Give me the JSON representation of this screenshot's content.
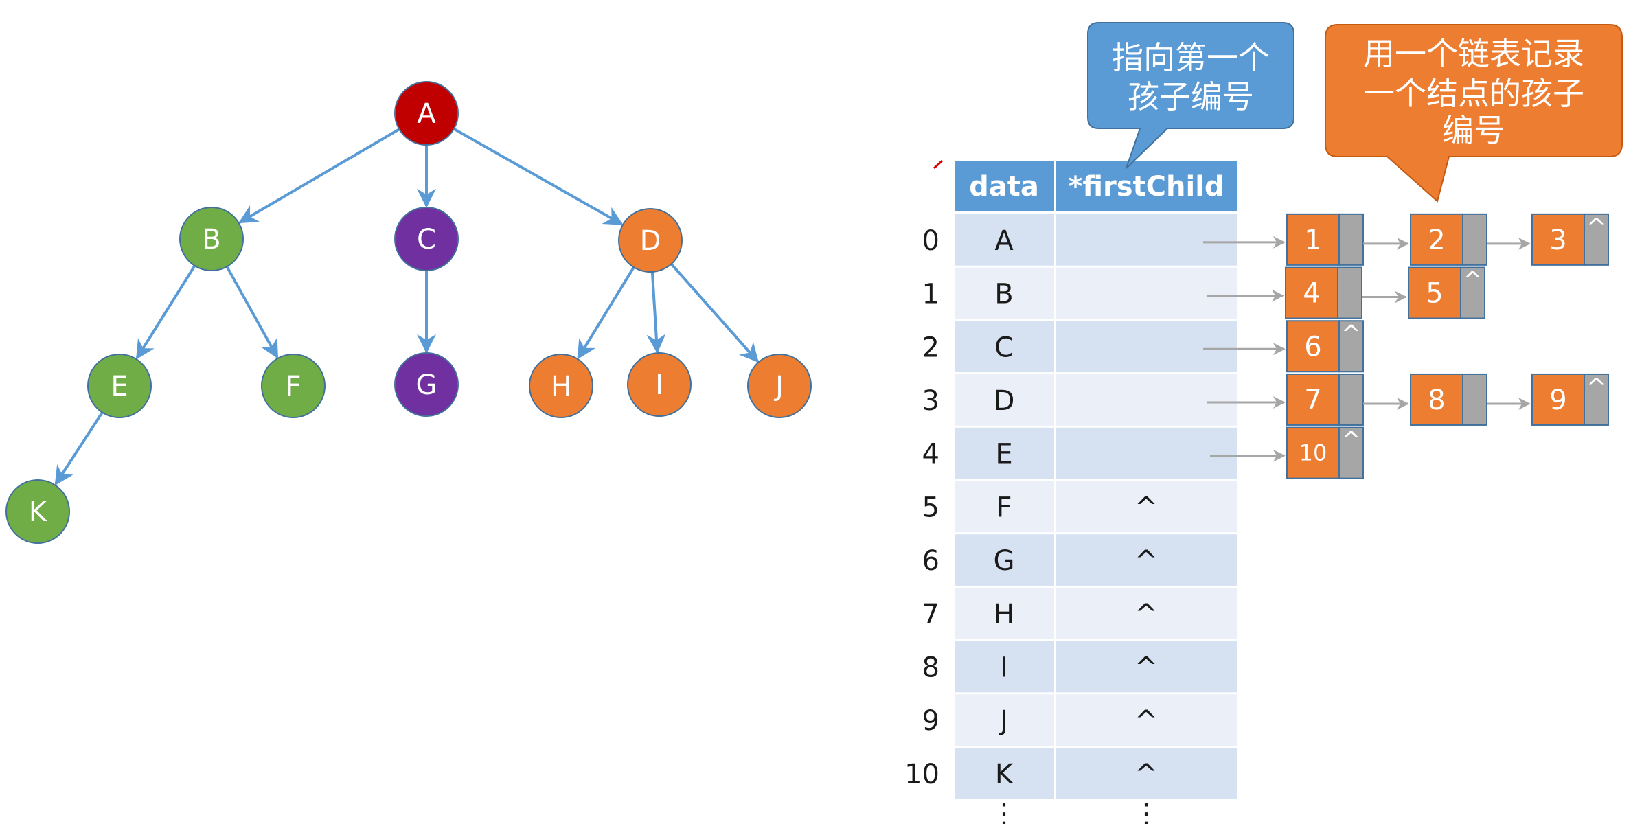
{
  "colors": {
    "red": "#c00000",
    "green": "#70ad47",
    "purple": "#7030a0",
    "orange": "#ed7d31",
    "edge": "#5b9bd5",
    "header": "#5b9bd5",
    "row_dark": "#d6e1f1",
    "row_light": "#eaeff8",
    "ptr_gray": "#a6a6a6",
    "arrow_gray": "#a6a6a6",
    "callout_blue": "#5b9bd5",
    "callout_orange": "#ed7d31"
  },
  "tree": {
    "nodes": [
      {
        "id": "A",
        "label": "A",
        "color": "red"
      },
      {
        "id": "B",
        "label": "B",
        "color": "green"
      },
      {
        "id": "C",
        "label": "C",
        "color": "purple"
      },
      {
        "id": "D",
        "label": "D",
        "color": "orange"
      },
      {
        "id": "E",
        "label": "E",
        "color": "green"
      },
      {
        "id": "F",
        "label": "F",
        "color": "green"
      },
      {
        "id": "G",
        "label": "G",
        "color": "purple"
      },
      {
        "id": "H",
        "label": "H",
        "color": "orange"
      },
      {
        "id": "I",
        "label": "I",
        "color": "orange"
      },
      {
        "id": "J",
        "label": "J",
        "color": "orange"
      },
      {
        "id": "K",
        "label": "K",
        "color": "green"
      }
    ],
    "edges": [
      [
        "A",
        "B"
      ],
      [
        "A",
        "C"
      ],
      [
        "A",
        "D"
      ],
      [
        "B",
        "E"
      ],
      [
        "B",
        "F"
      ],
      [
        "C",
        "G"
      ],
      [
        "D",
        "H"
      ],
      [
        "D",
        "I"
      ],
      [
        "D",
        "J"
      ],
      [
        "E",
        "K"
      ]
    ]
  },
  "table": {
    "headers": {
      "data": "data",
      "first_child": "*firstChild"
    },
    "rows": [
      {
        "index": "0",
        "data": "A",
        "first_child": ""
      },
      {
        "index": "1",
        "data": "B",
        "first_child": ""
      },
      {
        "index": "2",
        "data": "C",
        "first_child": ""
      },
      {
        "index": "3",
        "data": "D",
        "first_child": ""
      },
      {
        "index": "4",
        "data": "E",
        "first_child": ""
      },
      {
        "index": "5",
        "data": "F",
        "first_child": "^"
      },
      {
        "index": "6",
        "data": "G",
        "first_child": "^"
      },
      {
        "index": "7",
        "data": "H",
        "first_child": "^"
      },
      {
        "index": "8",
        "data": "I",
        "first_child": "^"
      },
      {
        "index": "9",
        "data": "J",
        "first_child": "^"
      },
      {
        "index": "10",
        "data": "K",
        "first_child": "^"
      }
    ],
    "continuation": "⋮"
  },
  "child_lists": [
    {
      "row": 0,
      "items": [
        "1",
        "2",
        "3"
      ]
    },
    {
      "row": 1,
      "items": [
        "4",
        "5"
      ]
    },
    {
      "row": 2,
      "items": [
        "6"
      ]
    },
    {
      "row": 3,
      "items": [
        "7",
        "8",
        "9"
      ]
    },
    {
      "row": 4,
      "items": [
        "10"
      ]
    }
  ],
  "null_symbol": "^",
  "callouts": {
    "first_child": {
      "lines": [
        "指向第一个",
        "孩子编号"
      ]
    },
    "linked_list": {
      "lines": [
        "用一个链表记录",
        "一个结点的孩子",
        "编号"
      ]
    }
  }
}
